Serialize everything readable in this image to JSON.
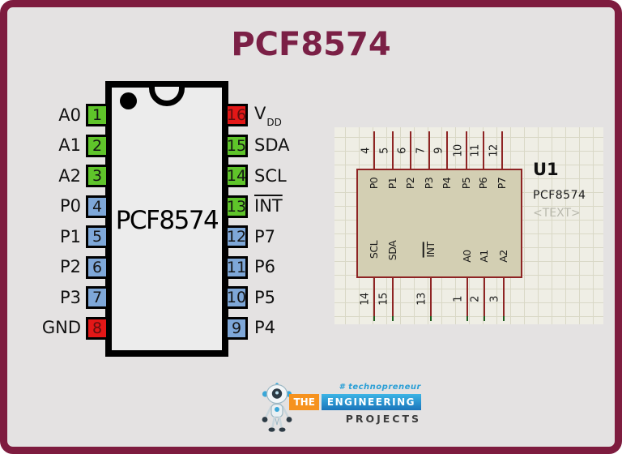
{
  "title": "PCF8574",
  "colors": {
    "frame": "#7e1c3f",
    "title": "#7b2046",
    "background": "#e4e2e2",
    "chip_fill": "#ececec",
    "pin_green": "#5fc42a",
    "pin_blue": "#7ea7d8",
    "pin_red": "#e31717",
    "schematic_red": "#8e2424",
    "schematic_tip_green": "#1e5c1e",
    "panel_bg": "#efeee5",
    "panel_grid": "#d9d8c6",
    "box_fill": "#d3cfb3",
    "text_gray": "#b9b9ad",
    "logo_orange": "#f6921e",
    "logo_blue": "#2b9fd6",
    "logo_dark": "#3c3c3c"
  },
  "dip": {
    "chip_label": "PCF8574",
    "left_pins": [
      {
        "label": "A0",
        "num": "1",
        "color": "#5fc42a"
      },
      {
        "label": "A1",
        "num": "2",
        "color": "#5fc42a"
      },
      {
        "label": "A2",
        "num": "3",
        "color": "#5fc42a"
      },
      {
        "label": "P0",
        "num": "4",
        "color": "#7ea7d8"
      },
      {
        "label": "P1",
        "num": "5",
        "color": "#7ea7d8"
      },
      {
        "label": "P2",
        "num": "6",
        "color": "#7ea7d8"
      },
      {
        "label": "P3",
        "num": "7",
        "color": "#7ea7d8"
      },
      {
        "label": "GND",
        "num": "8",
        "color": "#e31717"
      }
    ],
    "right_pins": [
      {
        "num": "16",
        "label": "V",
        "label_sub": "DD",
        "color": "#e31717"
      },
      {
        "num": "15",
        "label": "SDA",
        "color": "#5fc42a"
      },
      {
        "num": "14",
        "label": "SCL",
        "color": "#5fc42a"
      },
      {
        "num": "13",
        "label": "INT",
        "color": "#5fc42a"
      },
      {
        "num": "12",
        "label": "P7",
        "color": "#7ea7d8"
      },
      {
        "num": "11",
        "label": "P6",
        "color": "#7ea7d8"
      },
      {
        "num": "10",
        "label": "P5",
        "color": "#7ea7d8"
      },
      {
        "num": "9",
        "label": "P4",
        "color": "#7ea7d8"
      }
    ]
  },
  "schematic": {
    "ref": "U1",
    "part": "PCF8574",
    "placeholder": "<TEXT>",
    "top_pins": [
      {
        "num": "4",
        "label": "P0"
      },
      {
        "num": "5",
        "label": "P1"
      },
      {
        "num": "6",
        "label": "P2"
      },
      {
        "num": "7",
        "label": "P3"
      },
      {
        "num": "9",
        "label": "P4"
      },
      {
        "num": "10",
        "label": "P5"
      },
      {
        "num": "11",
        "label": "P6"
      },
      {
        "num": "12",
        "label": "P7"
      }
    ],
    "bottom_pins": [
      {
        "num": "14",
        "label": "SCL"
      },
      {
        "num": "15",
        "label": "SDA"
      },
      {
        "num": "13",
        "label": "INT"
      },
      {
        "num": "1",
        "label": "A0"
      },
      {
        "num": "2",
        "label": "A1"
      },
      {
        "num": "3",
        "label": "A2"
      }
    ]
  },
  "logo": {
    "tagline": "# technopreneur",
    "word1": "THE",
    "word2": "ENGINEERING",
    "word3": "PROJECTS"
  }
}
